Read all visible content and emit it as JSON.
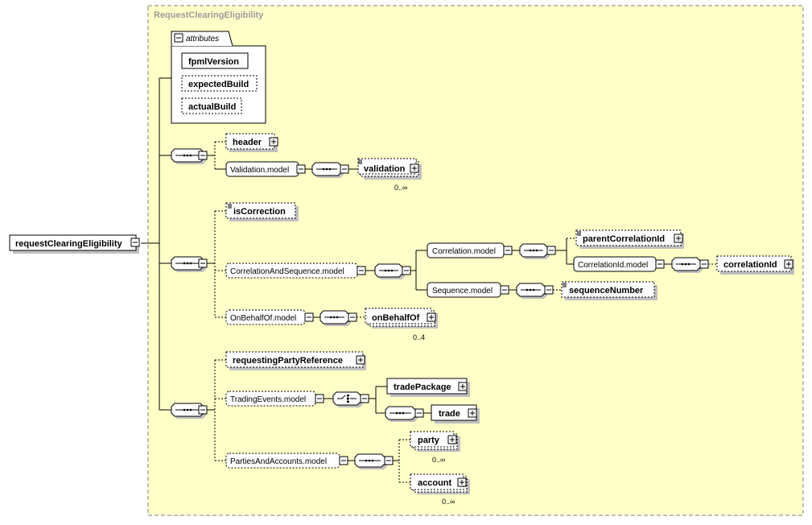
{
  "diagram": {
    "root_element": "requestClearingEligibility",
    "complex_type": "RequestClearingEligibility",
    "attributes": {
      "header": "attributes",
      "items": [
        "fpmlVersion",
        "expectedBuild",
        "actualBuild"
      ]
    },
    "elements": {
      "header": "header",
      "validation_model": "Validation.model",
      "validation": "validation",
      "isCorrection": "isCorrection",
      "correlation_and_sequence_model": "CorrelationAndSequence.model",
      "correlation_model": "Correlation.model",
      "parent_correlation_id": "parentCorrelationId",
      "correlation_id_model": "CorrelationId.model",
      "correlation_id": "correlationId",
      "sequence_model": "Sequence.model",
      "sequence_number": "sequenceNumber",
      "on_behalf_of_model": "OnBehalfOf.model",
      "on_behalf_of": "onBehalfOf",
      "requesting_party_reference": "requestingPartyReference",
      "trading_events_model": "TradingEvents.model",
      "trade_package": "tradePackage",
      "trade": "trade",
      "parties_and_accounts_model": "PartiesAndAccounts.model",
      "party": "party",
      "account": "account"
    },
    "cardinalities": {
      "validation": "0..∞",
      "on_behalf_of": "0..4",
      "party": "0..∞",
      "account": "0..∞"
    },
    "colors": {
      "complex_type_fill": "#ffffc8",
      "box_border": "#000000",
      "complex_type_border": "#808080",
      "shadow": "#c0c0c0"
    }
  }
}
